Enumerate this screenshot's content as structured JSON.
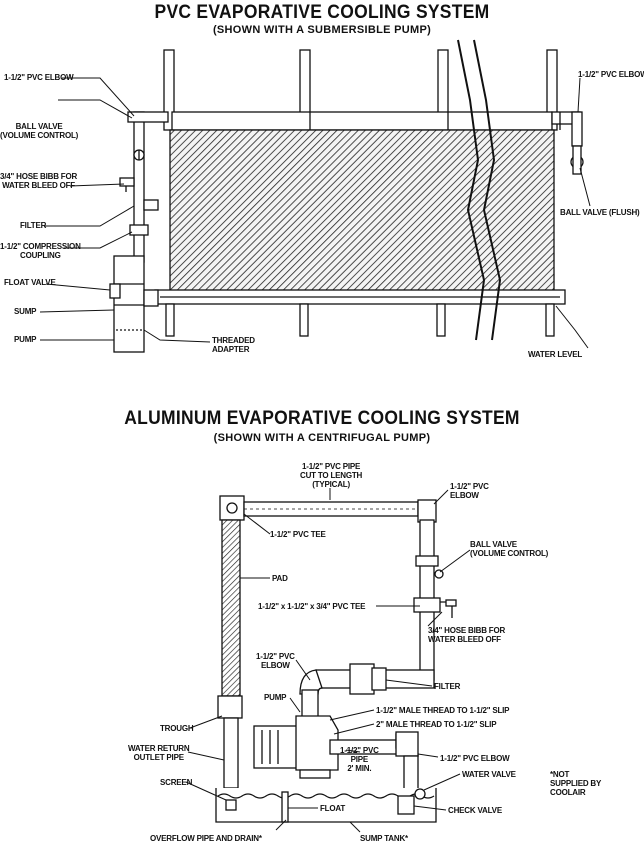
{
  "diagram_top": {
    "title": "PVC EVAPORATIVE COOLING SYSTEM",
    "subtitle": "(SHOWN WITH A SUBMERSIBLE PUMP)",
    "labels": {
      "elbow_left": "1-1/2\" PVC ELBOW",
      "ball_valve_volume": "BALL VALVE\n(VOLUME CONTROL)",
      "hose_bibb": "3/4\" HOSE BIBB FOR\nWATER BLEED OFF",
      "filter": "FILTER",
      "compression_coupling": "1-1/2\" COMPRESSION\nCOUPLING",
      "float_valve": "FLOAT VALVE",
      "sump": "SUMP",
      "pump": "PUMP",
      "threaded_adapter": "THREADED\nADAPTER",
      "elbow_right": "1-1/2\" PVC ELBOW",
      "ball_valve_flush": "BALL VALVE (FLUSH)",
      "water_level": "WATER LEVEL"
    }
  },
  "diagram_bottom": {
    "title": "ALUMINUM EVAPORATIVE COOLING SYSTEM",
    "subtitle": "(SHOWN WITH A CENTRIFUGAL PUMP)",
    "labels": {
      "pipe_cut": "1-1/2\" PVC PIPE\nCUT TO LENGTH\n(TYPICAL)",
      "elbow_top": "1-1/2\" PVC\nELBOW",
      "tee": "1-1/2\" PVC TEE",
      "ball_valve": "BALL VALVE\n(VOLUME CONTROL)",
      "pad": "PAD",
      "reducing_tee": "1-1/2\" x 1-1/2\" x 3/4\" PVC TEE",
      "hose_bibb": "3/4\" HOSE BIBB FOR\nWATER BLEED OFF",
      "elbow_mid": "1-1/2\" PVC\nELBOW",
      "pump": "PUMP",
      "filter": "FILTER",
      "male_thread_1": "1-1/2\" MALE THREAD TO 1-1/2\" SLIP",
      "male_thread_2": "2\" MALE THREAD TO 1-1/2\" SLIP",
      "trough": "TROUGH",
      "water_return": "WATER RETURN\nOUTLET PIPE",
      "pvc_pipe_min": "1-1/2\" PVC\nPIPE\n2' MIN.",
      "elbow_low": "1-1/2\" PVC ELBOW",
      "screen": "SCREEN",
      "water_valve": "WATER VALVE",
      "not_supplied": "*NOT\nSUPPLIED BY\nCOOLAIR",
      "float": "FLOAT",
      "check_valve": "CHECK VALVE",
      "overflow": "OVERFLOW PIPE AND DRAIN*",
      "sump_tank": "SUMP TANK*"
    }
  }
}
